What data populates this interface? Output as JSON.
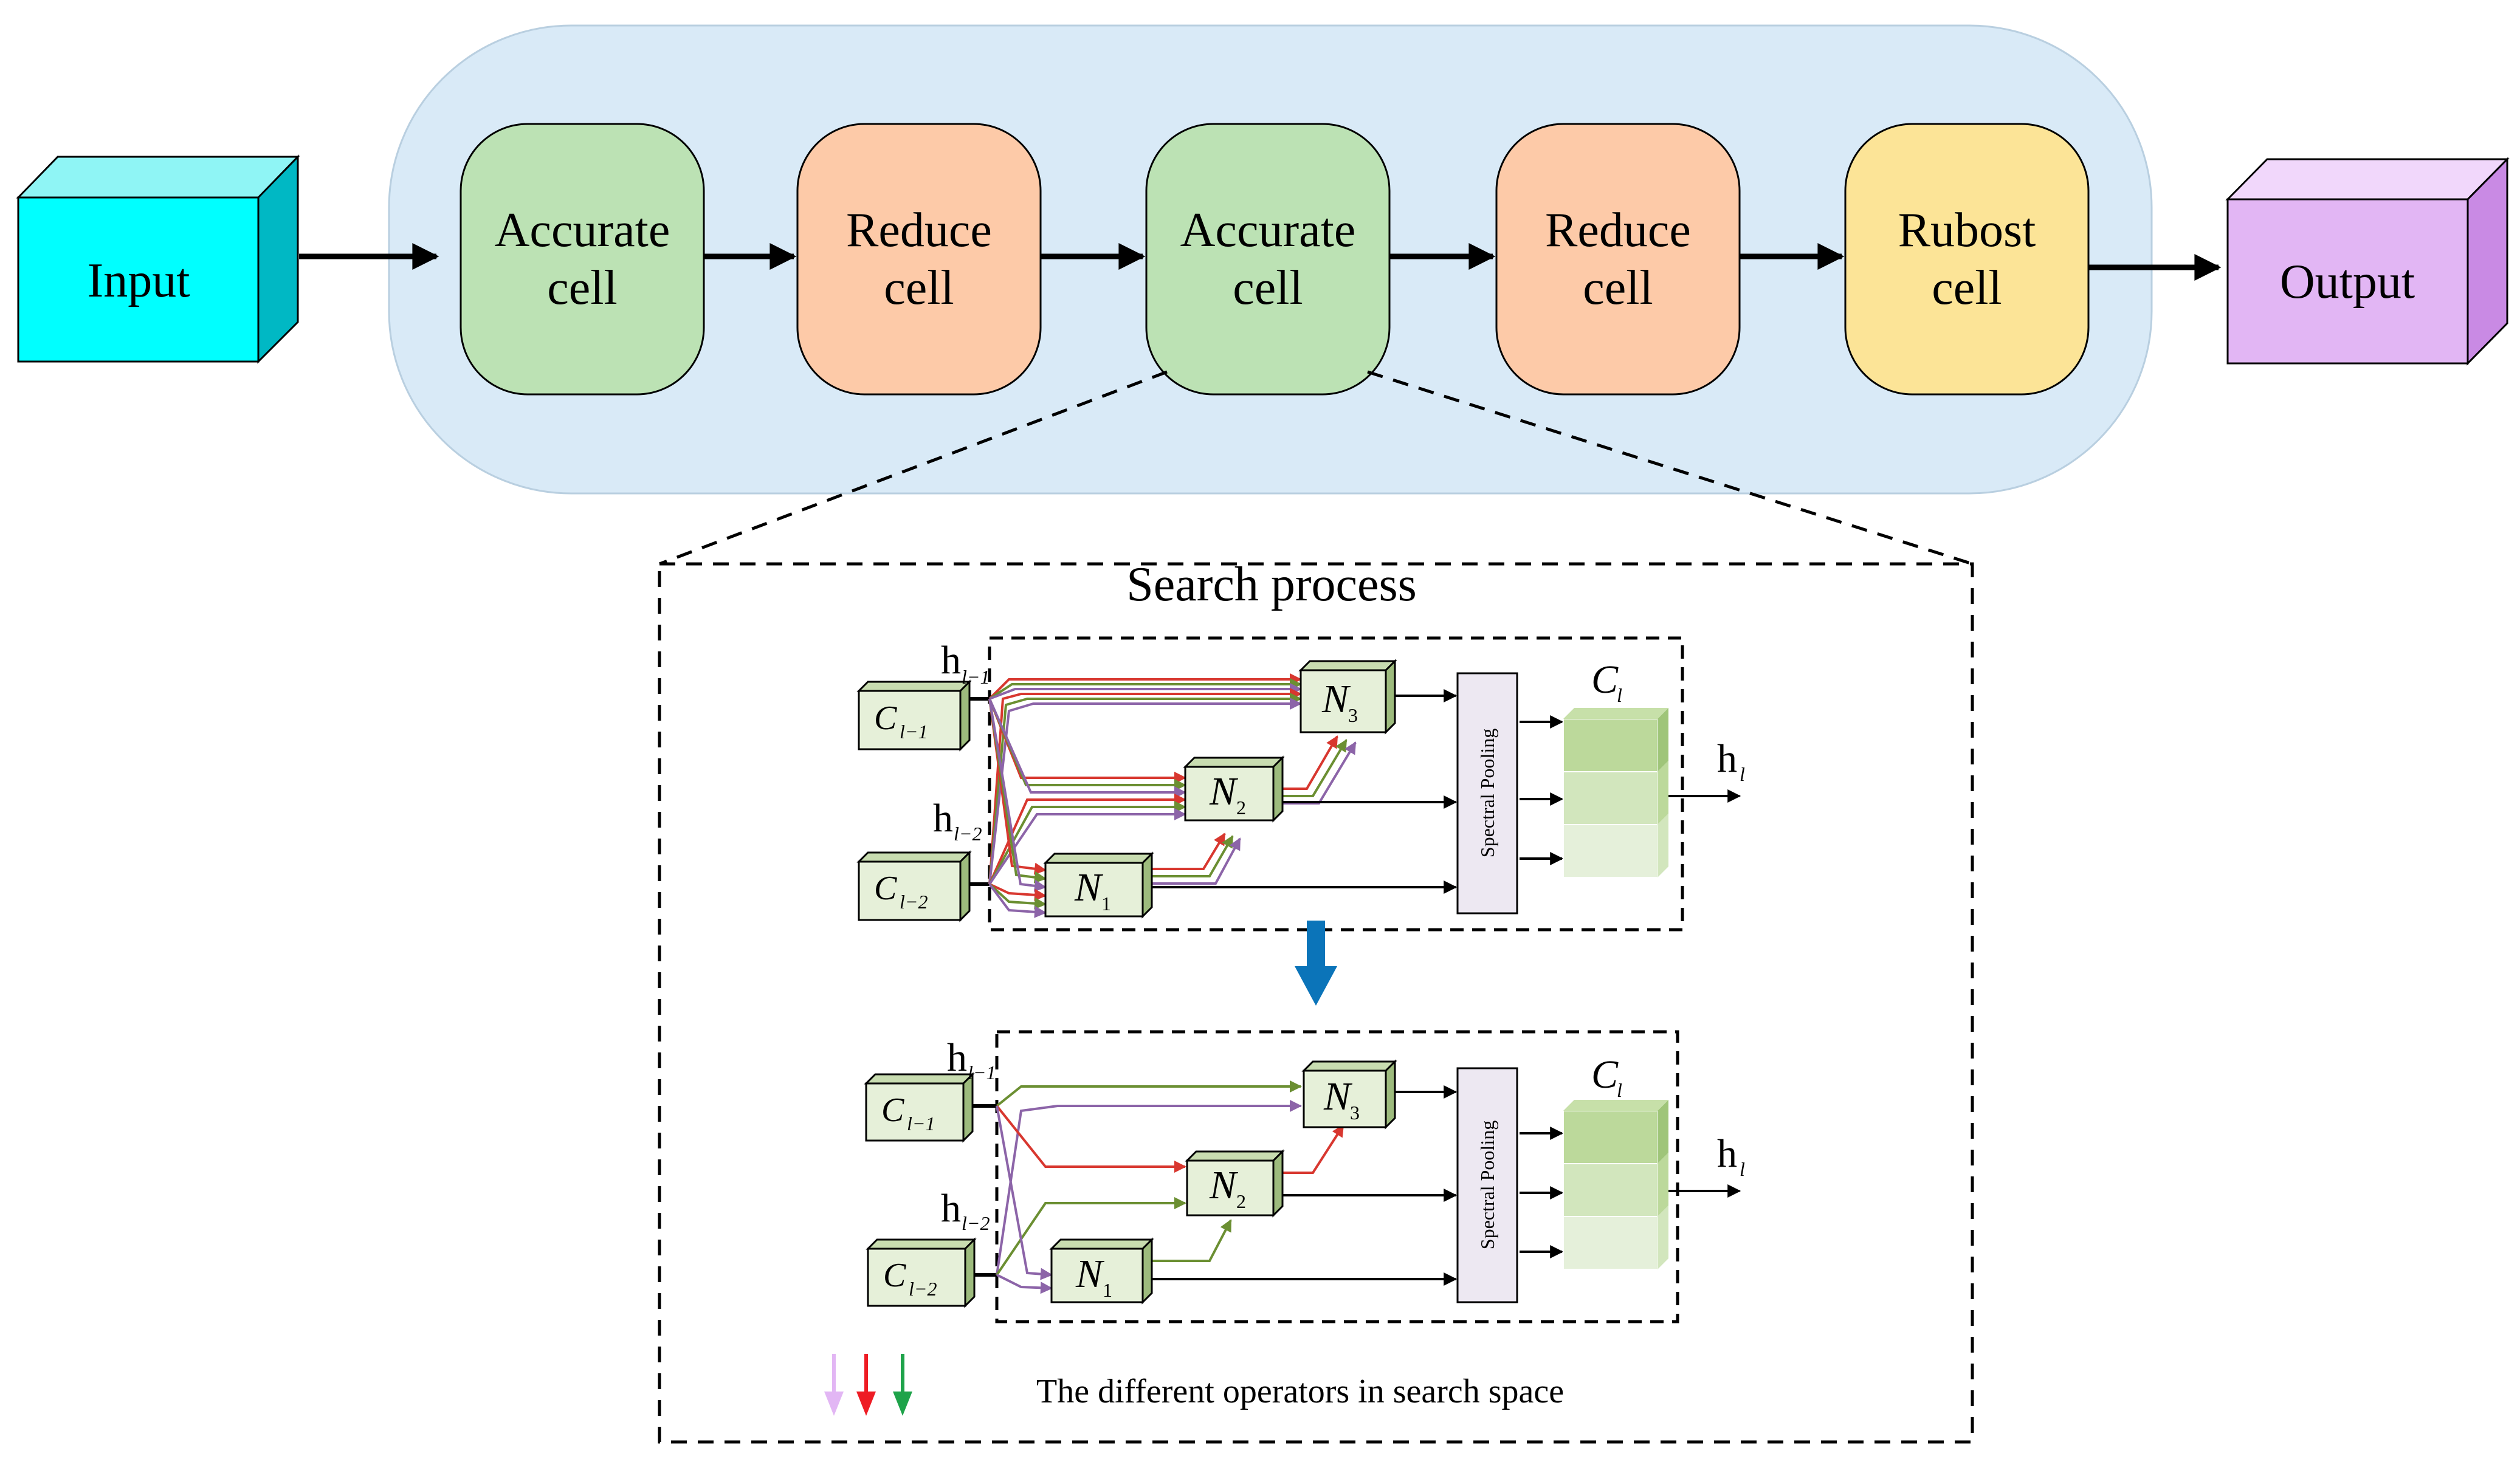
{
  "pipeline": {
    "input_label": "Input",
    "output_label": "Output",
    "cells": [
      {
        "line1": "Accurate",
        "line2": "cell",
        "color": "#bce2b4"
      },
      {
        "line1": "Reduce",
        "line2": "cell",
        "color": "#fdcaa8"
      },
      {
        "line1": "Accurate",
        "line2": "cell",
        "color": "#bce2b4"
      },
      {
        "line1": "Reduce",
        "line2": "cell",
        "color": "#fdcaa8"
      },
      {
        "line1": "Rubost",
        "line2": "cell",
        "color": "#fce497"
      }
    ],
    "background_color": "#d9eaf7",
    "input_color": "#00ffff",
    "output_color": "#e2b6f4"
  },
  "search": {
    "title": "Search process",
    "panels": [
      {
        "inputs": [
          {
            "base": "C",
            "sub": "l−1"
          },
          {
            "base": "C",
            "sub": "l−2"
          }
        ],
        "hidden": [
          {
            "base": "h",
            "sub": "l−1"
          },
          {
            "base": "h",
            "sub": "l−2"
          }
        ],
        "nodes": [
          {
            "base": "N",
            "sub": "1"
          },
          {
            "base": "N",
            "sub": "2"
          },
          {
            "base": "N",
            "sub": "3"
          }
        ],
        "pool_label": "Spectral Pooling",
        "cell_label": {
          "base": "C",
          "sub": "l"
        },
        "output_label": {
          "base": "h",
          "sub": "l"
        }
      },
      {
        "inputs": [
          {
            "base": "C",
            "sub": "l−1"
          },
          {
            "base": "C",
            "sub": "l−2"
          }
        ],
        "hidden": [
          {
            "base": "h",
            "sub": "l−1"
          },
          {
            "base": "h",
            "sub": "l−2"
          }
        ],
        "nodes": [
          {
            "base": "N",
            "sub": "1"
          },
          {
            "base": "N",
            "sub": "2"
          },
          {
            "base": "N",
            "sub": "3"
          }
        ],
        "pool_label": "Spectral Pooling",
        "cell_label": {
          "base": "C",
          "sub": "l"
        },
        "output_label": {
          "base": "h",
          "sub": "l"
        }
      }
    ],
    "legend_text": "The different operators in search space",
    "operator_colors": [
      "#e2b6f4",
      "#ee1c24",
      "#1ea34a"
    ]
  },
  "colors": {
    "node_fill": "#e6f0d9",
    "op_red": "#d8372f",
    "op_green": "#6b8f32",
    "op_purple": "#8c64a8",
    "transition_arrow": "#0b74b9",
    "pool_fill": "#ede8f2"
  }
}
